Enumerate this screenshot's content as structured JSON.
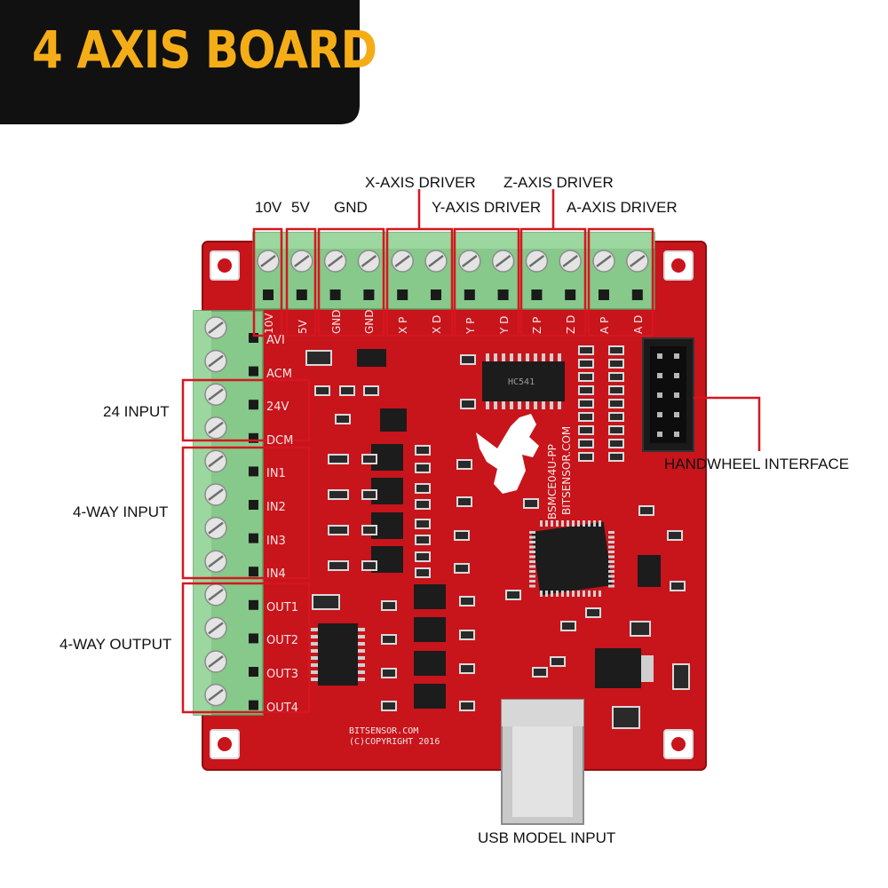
{
  "banner": {
    "title": "4 AXIS BOARD",
    "text_color": "#f5ad17",
    "bg_color": "#111111"
  },
  "colors": {
    "pcb_red": "#c8141b",
    "terminal_green": "#86c98a",
    "callout_red": "#d5171f"
  },
  "callouts": {
    "v10": "10V",
    "v5": "5V",
    "gnd": "GND",
    "x_axis": "X-AXIS DRIVER",
    "y_axis": "Y-AXIS DRIVER",
    "z_axis": "Z-AXIS DRIVER",
    "a_axis": "A-AXIS DRIVER",
    "input24": "24 INPUT",
    "input4way": "4-WAY INPUT",
    "output4way": "4-WAY OUTPUT",
    "handwheel": "HANDWHEEL INTERFACE",
    "usb": "USB MODEL INPUT"
  },
  "silkscreen": {
    "left_pins": [
      "AVI",
      "ACM",
      "24V",
      "DCM",
      "IN1",
      "IN2",
      "IN3",
      "IN4",
      "OUT1",
      "OUT2",
      "OUT3",
      "OUT4"
    ],
    "top_pins": [
      "10V",
      "5V",
      "GND",
      "GND",
      "X P",
      "X D",
      "Y P",
      "Y D",
      "Z P",
      "Z D",
      "A P",
      "A D"
    ],
    "model": "BSMCE04U-PP",
    "site": "BITSENSOR.COM",
    "footer_line1": "BITSENSOR.COM",
    "footer_line2": "(C)COPYRIGHT 2016",
    "chip_hc": "HC541"
  }
}
